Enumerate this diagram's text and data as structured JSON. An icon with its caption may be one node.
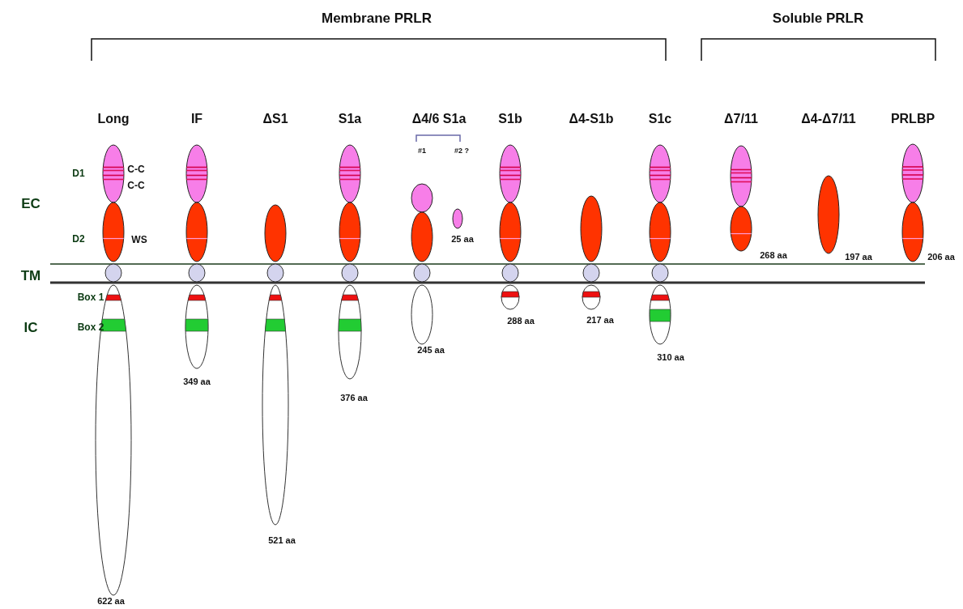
{
  "diagram": {
    "labels": [
      "Membrane PRLR",
      "Soluble PRLR",
      "Long",
      "IF",
      "ΔS1",
      "S1a",
      "Δ4/6 S1a",
      "S1b",
      "Δ4-S1b",
      "S1c",
      "Δ7/11",
      "Δ4-Δ7/11",
      "PRLBP",
      "#1",
      "#2 ?",
      "D1",
      "C-C",
      "C-C",
      "EC",
      "D2",
      "WS",
      "25 aa",
      "268 aa",
      "197 aa",
      "206 aa",
      "TM",
      "Box 1",
      "IC",
      "Box 2",
      "288 aa",
      "217 aa",
      "245 aa",
      "310 aa",
      "349 aa",
      "376 aa",
      "521 aa",
      "622 aa"
    ]
  }
}
